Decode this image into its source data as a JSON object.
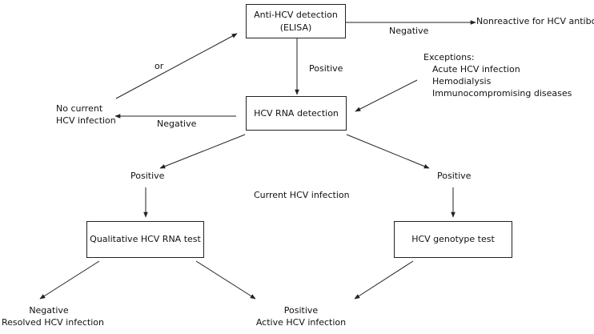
{
  "boxes": {
    "anti_hcv": {
      "line1": "Anti-HCV detection",
      "line2": "(ELISA)"
    },
    "hcv_rna": {
      "text": "HCV RNA detection"
    },
    "qualitative": {
      "text": "Qualitative HCV RNA test"
    },
    "genotype": {
      "text": "HCV genotype test"
    }
  },
  "labels": {
    "negative_top": "Negative",
    "nonreactive": "Nonreactive for HCV antibody",
    "positive_top": "Positive",
    "or": "or",
    "exceptions": {
      "title": "Exceptions:",
      "items": [
        "Acute HCV infection",
        "Hemodialysis",
        "Immunocompromising diseases"
      ]
    },
    "no_current": {
      "line1": "No current",
      "line2": "HCV infection"
    },
    "negative_mid": "Negative",
    "positive_left": "Positive",
    "positive_right": "Positive",
    "current": "Current HCV infection",
    "bottom_left": {
      "line1": "Negative",
      "line2": "Resolved HCV infection"
    },
    "bottom_center": {
      "line1": "Positive",
      "line2": "Active HCV infection"
    }
  },
  "colors": {
    "line": "#222222",
    "text": "#111111",
    "background": "#ffffff"
  }
}
